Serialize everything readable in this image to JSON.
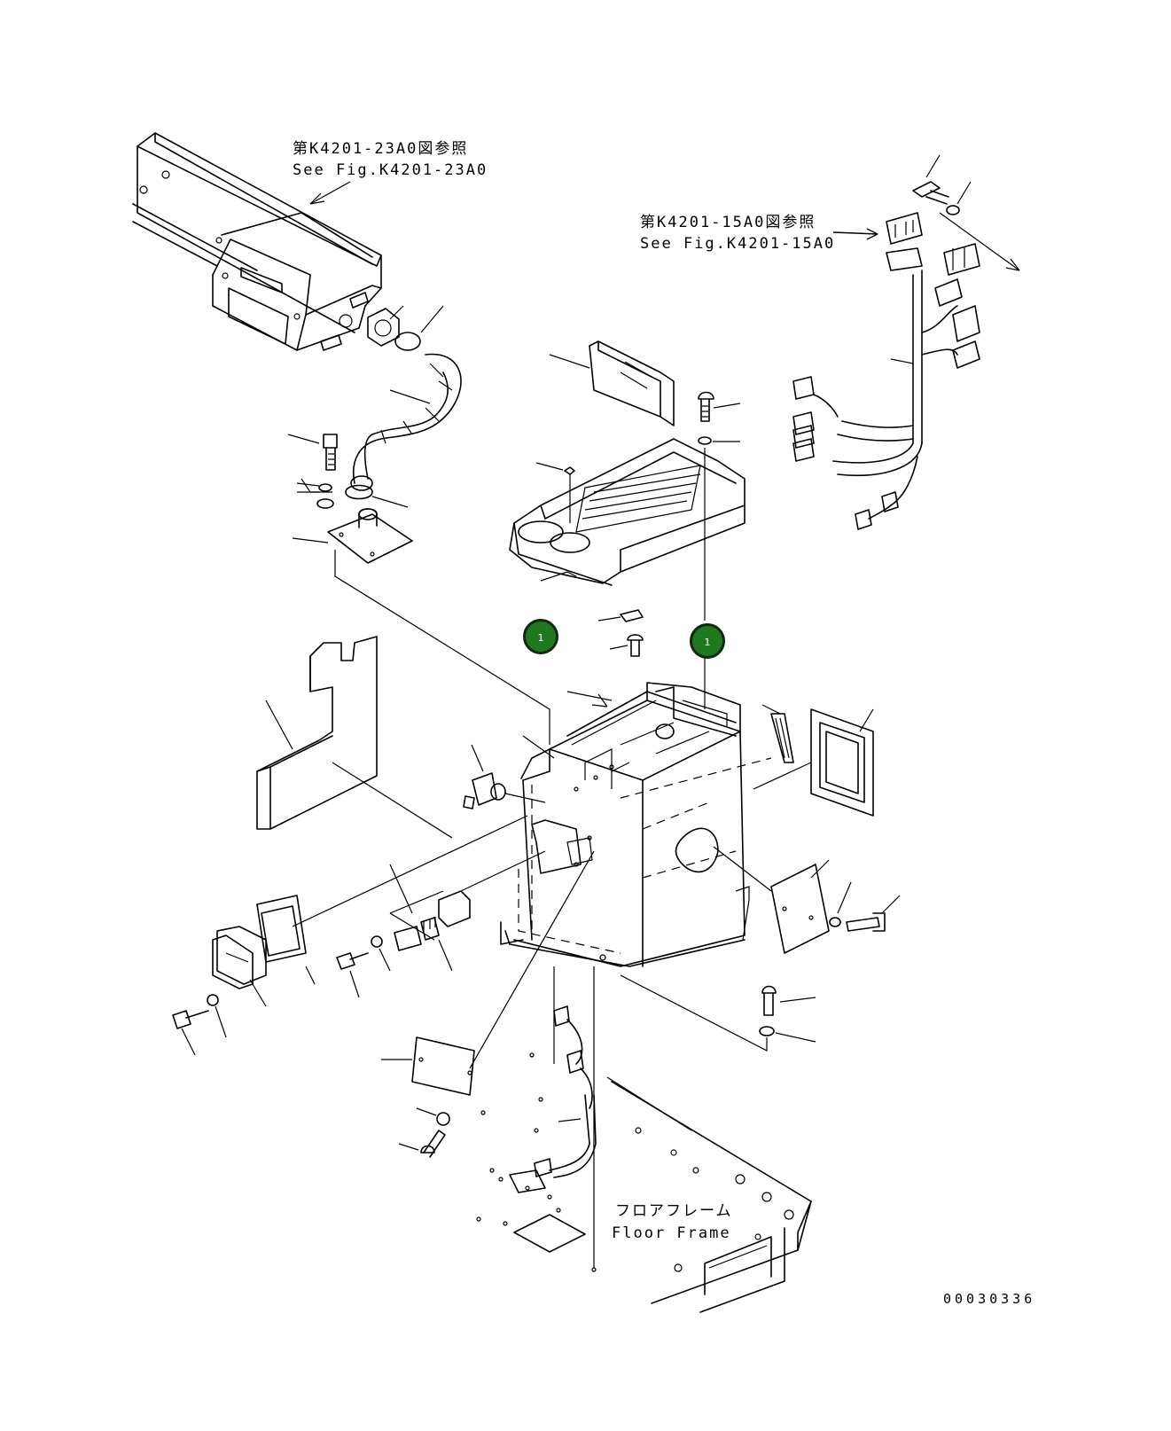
{
  "references": {
    "top_left": {
      "jp": "第K4201-23A0図参照",
      "en": "See Fig.K4201-23A0"
    },
    "top_right": {
      "jp": "第K4201-15A0図参照",
      "en": "See Fig.K4201-15A0"
    }
  },
  "floor_frame": {
    "jp": "フロアフレーム",
    "en": "Floor Frame"
  },
  "part_markers": [
    {
      "label": "1"
    },
    {
      "label": "1"
    }
  ],
  "drawing_code": "00030336",
  "colors": {
    "marker_fill": "#1f7a1f",
    "line": "#000000",
    "background": "#ffffff"
  }
}
